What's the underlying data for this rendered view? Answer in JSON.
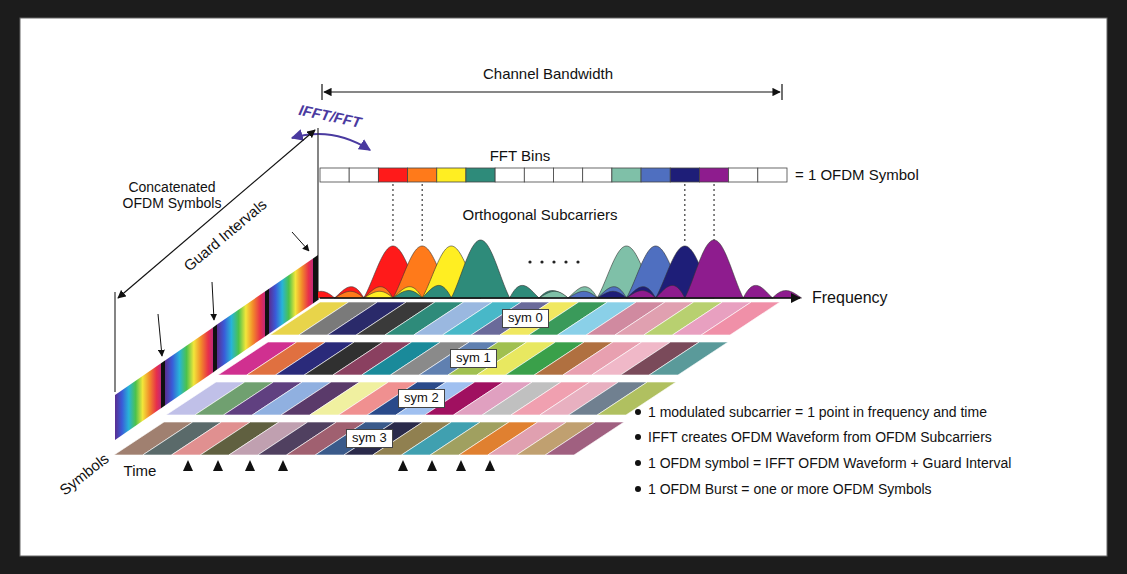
{
  "diagram": {
    "nodes": [
      {
        "text": [
          "sym 0"
        ]
      },
      {
        "text": [
          "sym 1"
        ]
      },
      {
        "text": [
          "sym 2"
        ]
      },
      {
        "text": [
          "sym 3"
        ]
      }
    ],
    "labels": [
      "Channel Bandwidth",
      "IFFT/FFT",
      "FFT Bins",
      "= 1 OFDM Symbol",
      "Concatenated OFDM Symbols",
      "Guard Intervals",
      "Orthogonal Subcarriers",
      "Frequency",
      "Symbols",
      "Time",
      "1 modulated subcarrier = 1 point in frequency and time",
      "IFFT creates OFDM Waveform from OFDM Subcarriers",
      "1 OFDM symbol = IFFT OFDM Waveform + Guard Interval",
      "1 OFDM Burst = one or more OFDM Symbols"
    ]
  }
}
